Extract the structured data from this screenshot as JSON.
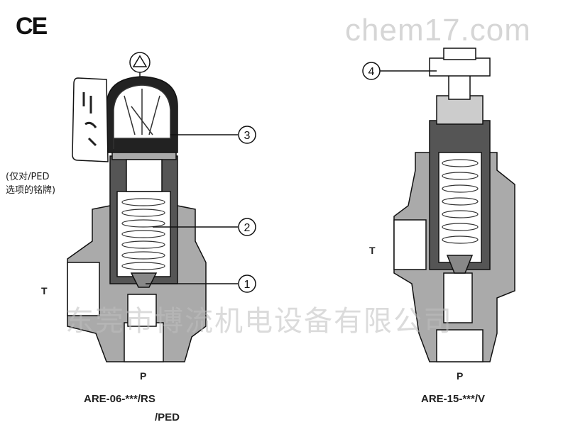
{
  "logo": {
    "ce_mark": "CE"
  },
  "watermarks": {
    "site": "chem17.com",
    "company": "东莞市博流机电设备有限公司"
  },
  "left_valve": {
    "note_line1": "(仅对/PED",
    "note_line2": "选项的铭牌)",
    "port_t": "T",
    "port_p": "P",
    "model_line1": "ARE-06-***/RS",
    "model_line2": "/PED",
    "callouts": [
      "3",
      "2",
      "1"
    ]
  },
  "right_valve": {
    "port_t": "T",
    "port_p": "P",
    "model": "ARE-15-***/V",
    "callouts": [
      "4"
    ]
  },
  "colors": {
    "body": "#a9a9a9",
    "dark": "#555555",
    "line": "#111111"
  }
}
